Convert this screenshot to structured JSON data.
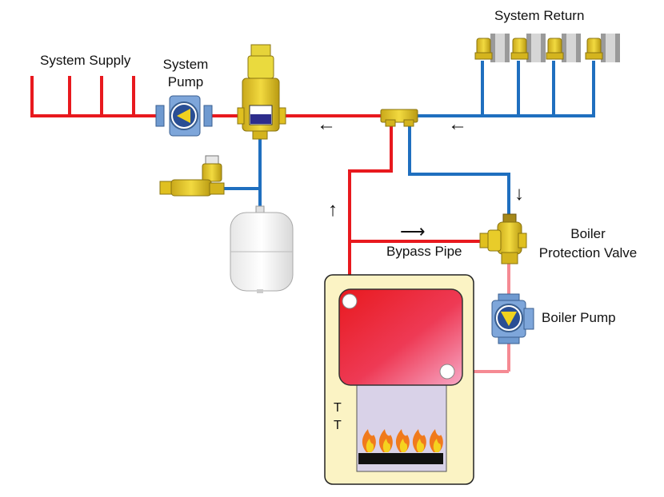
{
  "labels": {
    "system_supply": "System Supply",
    "system_pump_line1": "System",
    "system_pump_line2": "Pump",
    "system_return": "System Return",
    "boiler_line1": "Boiler",
    "boiler_line2": "Protection Valve",
    "boiler_pump": "Boiler Pump",
    "bypass_pipe": "Bypass Pipe",
    "tt_line1": "T",
    "tt_line2": "T"
  },
  "arrows": {
    "supply_flow": "←",
    "return_flow": "←",
    "down_flow": "↓",
    "up_flow": "↑",
    "bypass_flow": "⟶"
  },
  "colors": {
    "supply_pipe": "#e8191e",
    "return_pipe": "#1f6fbf",
    "boiler_return_pipe": "#f58a93",
    "brass": "#e0c020",
    "pump_body": "#6f9ad0",
    "boiler_cabinet": "#fbf3c4"
  }
}
